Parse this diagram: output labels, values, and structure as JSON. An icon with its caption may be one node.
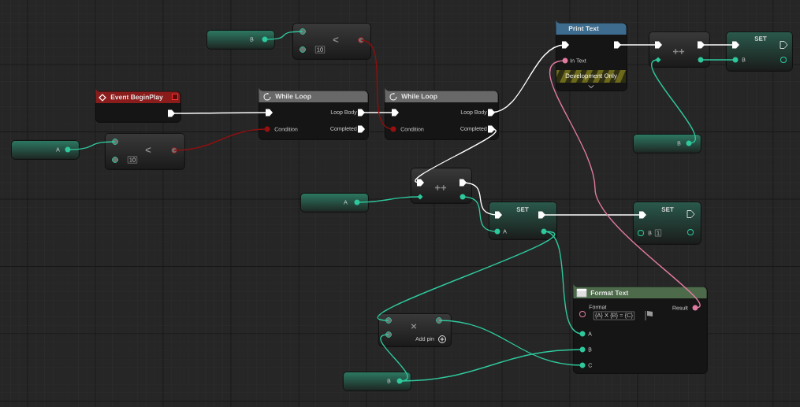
{
  "diagram": {
    "nodes": [
      {
        "text": [
          "B"
        ]
      },
      {
        "text": [
          "<",
          "10"
        ]
      },
      {
        "text": [
          "Print Text",
          "In Text",
          "Development Only"
        ]
      },
      {
        "text": [
          "++"
        ]
      },
      {
        "text": [
          "SET",
          "B"
        ]
      },
      {
        "text": [
          "Event BeginPlay"
        ]
      },
      {
        "text": [
          "While Loop",
          "Loop Body",
          "Condition",
          "Completed"
        ]
      },
      {
        "text": [
          "While Loop",
          "Loop Body",
          "Condition",
          "Completed"
        ]
      },
      {
        "text": [
          "A"
        ]
      },
      {
        "text": [
          "<",
          "10"
        ]
      },
      {
        "text": [
          "B"
        ]
      },
      {
        "text": [
          "++"
        ]
      },
      {
        "text": [
          "A"
        ]
      },
      {
        "text": [
          "SET",
          "A"
        ]
      },
      {
        "text": [
          "SET",
          "B",
          "1"
        ]
      },
      {
        "text": [
          "Format Text",
          "Format",
          "Result",
          "{A} X {B} = {C}",
          "A",
          "B",
          "C"
        ]
      },
      {
        "text": [
          "×",
          "Add pin"
        ]
      },
      {
        "text": [
          "B"
        ]
      }
    ],
    "edges": [
      {
        "from": 0,
        "to": 1,
        "arrow": "none"
      },
      {
        "from": 5,
        "to": 6,
        "arrow": "none",
        "color": "#ffffff"
      },
      {
        "from": 6,
        "to": 7,
        "arrow": "none",
        "color": "#ffffff"
      },
      {
        "from": 9,
        "to": 6,
        "arrow": "none",
        "color": "#8c1010"
      },
      {
        "from": 1,
        "to": 7,
        "arrow": "none",
        "color": "#8c1010"
      },
      {
        "from": 8,
        "to": 9,
        "arrow": "none"
      },
      {
        "from": 7,
        "to": 2,
        "arrow": "none",
        "color": "#ffffff"
      },
      {
        "from": 2,
        "to": 3,
        "arrow": "none",
        "color": "#ffffff"
      },
      {
        "from": 3,
        "to": 4,
        "arrow": "none",
        "color": "#ffffff"
      },
      {
        "from": 3,
        "to": 4,
        "arrow": "none"
      },
      {
        "from": 10,
        "to": 3,
        "arrow": "none"
      },
      {
        "from": 7,
        "to": 11,
        "arrow": "none",
        "color": "#ffffff"
      },
      {
        "from": 12,
        "to": 11,
        "arrow": "none"
      },
      {
        "from": 11,
        "to": 13,
        "arrow": "none",
        "color": "#ffffff"
      },
      {
        "from": 11,
        "to": 13,
        "arrow": "none"
      },
      {
        "from": 13,
        "to": 14,
        "arrow": "none",
        "color": "#ffffff"
      },
      {
        "from": 13,
        "to": 15,
        "arrow": "none"
      },
      {
        "from": 13,
        "to": 16,
        "arrow": "none"
      },
      {
        "from": 17,
        "to": 16,
        "arrow": "none"
      },
      {
        "from": 17,
        "to": 15,
        "arrow": "none"
      },
      {
        "from": 16,
        "to": 15,
        "arrow": "none"
      },
      {
        "from": 15,
        "to": 2,
        "arrow": "none",
        "color": "#e07aa0"
      }
    ]
  }
}
